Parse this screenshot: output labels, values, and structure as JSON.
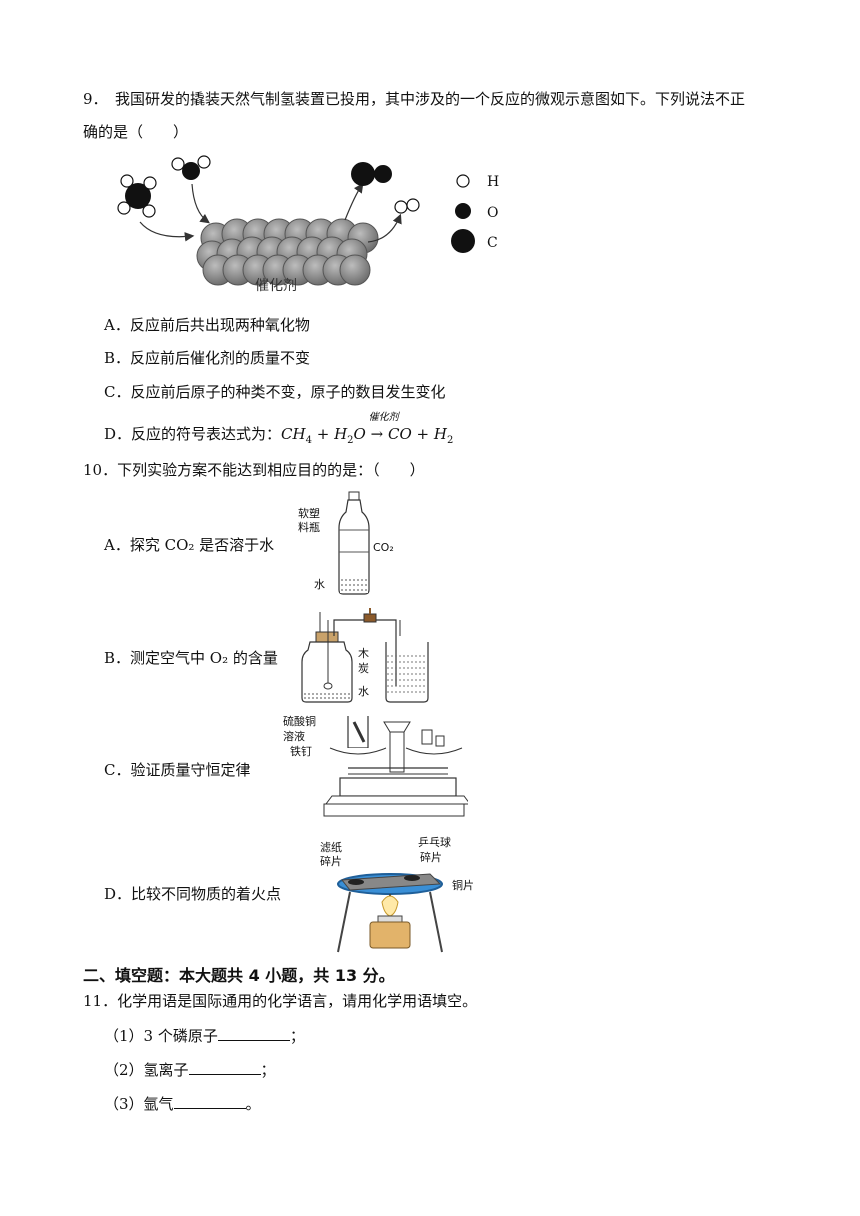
{
  "q9": {
    "stem_line1": "9．　我国研发的撬装天然气制氢装置已投用，其中涉及的一个反应的微观示意图如下。下列说法不正",
    "stem_line2": "确的是（　　）",
    "figure": {
      "catalyst_label": "催化剂",
      "legend": [
        {
          "symbol": "H"
        },
        {
          "symbol": "O"
        },
        {
          "symbol": "C"
        }
      ]
    },
    "options": {
      "A": "A．反应前后共出现两种氧化物",
      "B": "B．反应前后催化剂的质量不变",
      "C": "C．反应前后原子的种类不变，原子的数目发生变化",
      "D_prefix": "D．反应的符号表达式为：",
      "D_left": "CH",
      "D_left_sub": "4",
      "D_plus1": " + H",
      "D_h2o_sub": "2",
      "D_o": "O",
      "D_arrow": "→",
      "D_over": "催化剂",
      "D_right": "CO + H",
      "D_right_sub": "2"
    }
  },
  "q10": {
    "stem": "10．下列实验方案不能达到相应目的的是：（　　）",
    "options": {
      "A": "A．探究 CO₂ 是否溶于水",
      "B": "B．测定空气中 O₂ 的含量",
      "C": "C．验证质量守恒定律",
      "D": "D．比较不同物质的着火点"
    },
    "fig_a": {
      "bottle_line1": "软塑",
      "bottle_line2": "料瓶",
      "gas": "CO₂",
      "water": "水"
    },
    "fig_b": {
      "charcoal_line1": "木",
      "charcoal_line2": "炭",
      "water": "水"
    },
    "fig_c": {
      "sol_line1": "硫酸铜",
      "sol_line2": "溶液",
      "nail": "铁钉"
    },
    "fig_d": {
      "paper_line1": "滤纸",
      "paper_line2": "碎片",
      "ball_line1": "乒乓球",
      "ball_line2": "碎片",
      "copper": "铜片"
    }
  },
  "section2": {
    "title": "二、填空题：本大题共 4 小题，共 13 分。"
  },
  "q11": {
    "stem": "11．化学用语是国际通用的化学语言，请用化学用语填空。",
    "items": [
      {
        "prefix": "（1）3 个磷原子",
        "suffix": "；"
      },
      {
        "prefix": "（2）氢离子",
        "suffix": "；"
      },
      {
        "prefix": "（3）氩气",
        "suffix": "。"
      }
    ]
  }
}
